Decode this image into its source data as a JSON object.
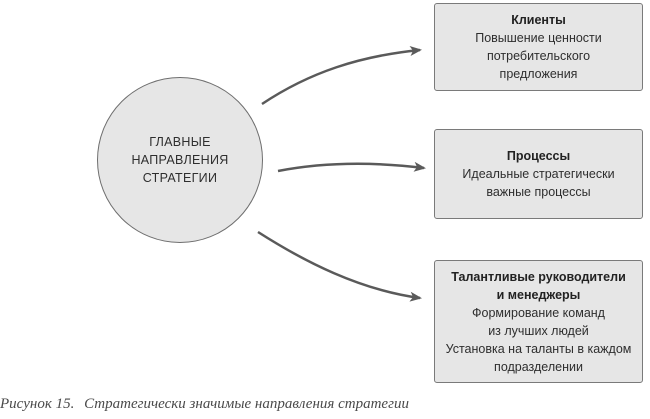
{
  "center": {
    "label": "ГЛАВНЫЕ\nНАПРАВЛЕНИЯ\nСТРАТЕГИИ"
  },
  "boxes": [
    {
      "title": "Клиенты",
      "lines": [
        "Повышение ценности",
        "потребительского",
        "предложения"
      ]
    },
    {
      "title": "Процессы",
      "lines": [
        "Идеальные стратегически",
        "важные процессы"
      ]
    },
    {
      "title": "Талантливые руководители\nи менеджеры",
      "lines": [
        "Формирование команд",
        "из лучших людей",
        "Установка на таланты в каждом",
        "подразделении"
      ]
    }
  ],
  "caption": {
    "label": "Рисунок 15.",
    "text": "Стратегически значимые направления стратегии"
  },
  "colors": {
    "fill": "#e6e6e6",
    "stroke": "#6e6e6e",
    "arrow": "#5a5a5a"
  }
}
